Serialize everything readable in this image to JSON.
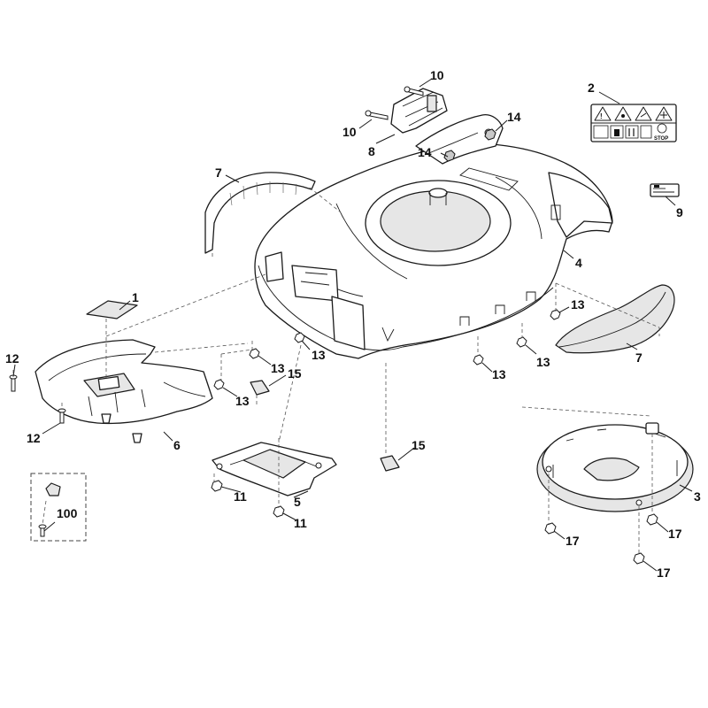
{
  "diagram": {
    "callouts": {
      "c1": "1",
      "c2": "2",
      "c3": "3",
      "c4": "4",
      "c5": "5",
      "c6": "6",
      "c7a": "7",
      "c7b": "7",
      "c8": "8",
      "c9": "9",
      "c10a": "10",
      "c10b": "10",
      "c11a": "11",
      "c11b": "11",
      "c12a": "12",
      "c12b": "12",
      "c13a": "13",
      "c13b": "13",
      "c13c": "13",
      "c13d": "13",
      "c13e": "13",
      "c13f": "13",
      "c14a": "14",
      "c14b": "14",
      "c15a": "15",
      "c15b": "15",
      "c17a": "17",
      "c17b": "17",
      "c17c": "17",
      "c100": "100"
    },
    "label_stop_text": "STOP"
  }
}
